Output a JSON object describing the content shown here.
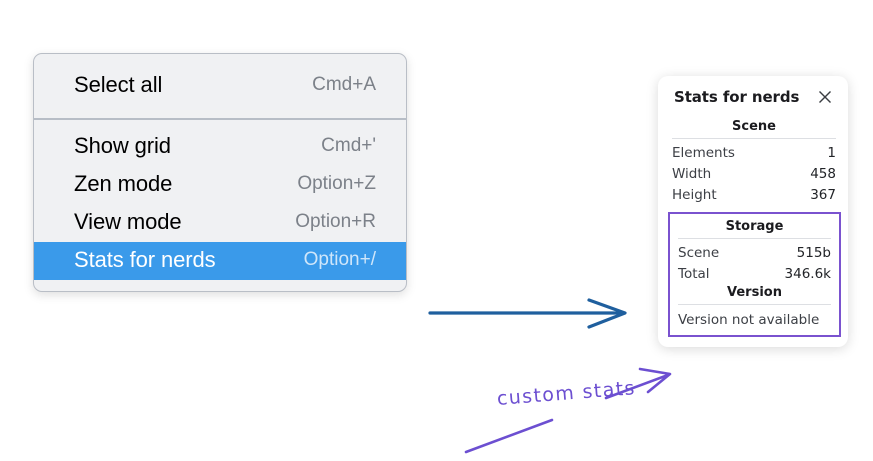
{
  "context_menu": {
    "groups": [
      {
        "items": [
          {
            "label": "Select all",
            "shortcut": "Cmd+A",
            "selected": false
          }
        ]
      },
      {
        "items": [
          {
            "label": "Show grid",
            "shortcut": "Cmd+'",
            "selected": false
          },
          {
            "label": "Zen mode",
            "shortcut": "Option+Z",
            "selected": false
          },
          {
            "label": "View mode",
            "shortcut": "Option+R",
            "selected": false
          },
          {
            "label": "Stats for nerds",
            "shortcut": "Option+/",
            "selected": true
          }
        ]
      }
    ]
  },
  "stats_panel": {
    "title": "Stats for nerds",
    "close_icon": "close-icon",
    "scene": {
      "heading": "Scene",
      "rows": [
        {
          "key": "Elements",
          "value": "1"
        },
        {
          "key": "Width",
          "value": "458"
        },
        {
          "key": "Height",
          "value": "367"
        }
      ]
    },
    "storage": {
      "heading": "Storage",
      "rows": [
        {
          "key": "Scene",
          "value": "515b"
        },
        {
          "key": "Total",
          "value": "346.6k"
        }
      ]
    },
    "version": {
      "heading": "Version",
      "text": "Version not available"
    }
  },
  "annotations": {
    "handwritten_label": "custom stats",
    "arrow_blue_color": "#1f5f9e",
    "arrow_purple_color": "#6c4fd1",
    "highlight_color": "#3a9aea",
    "custom_section_border_color": "#7a52cf"
  }
}
